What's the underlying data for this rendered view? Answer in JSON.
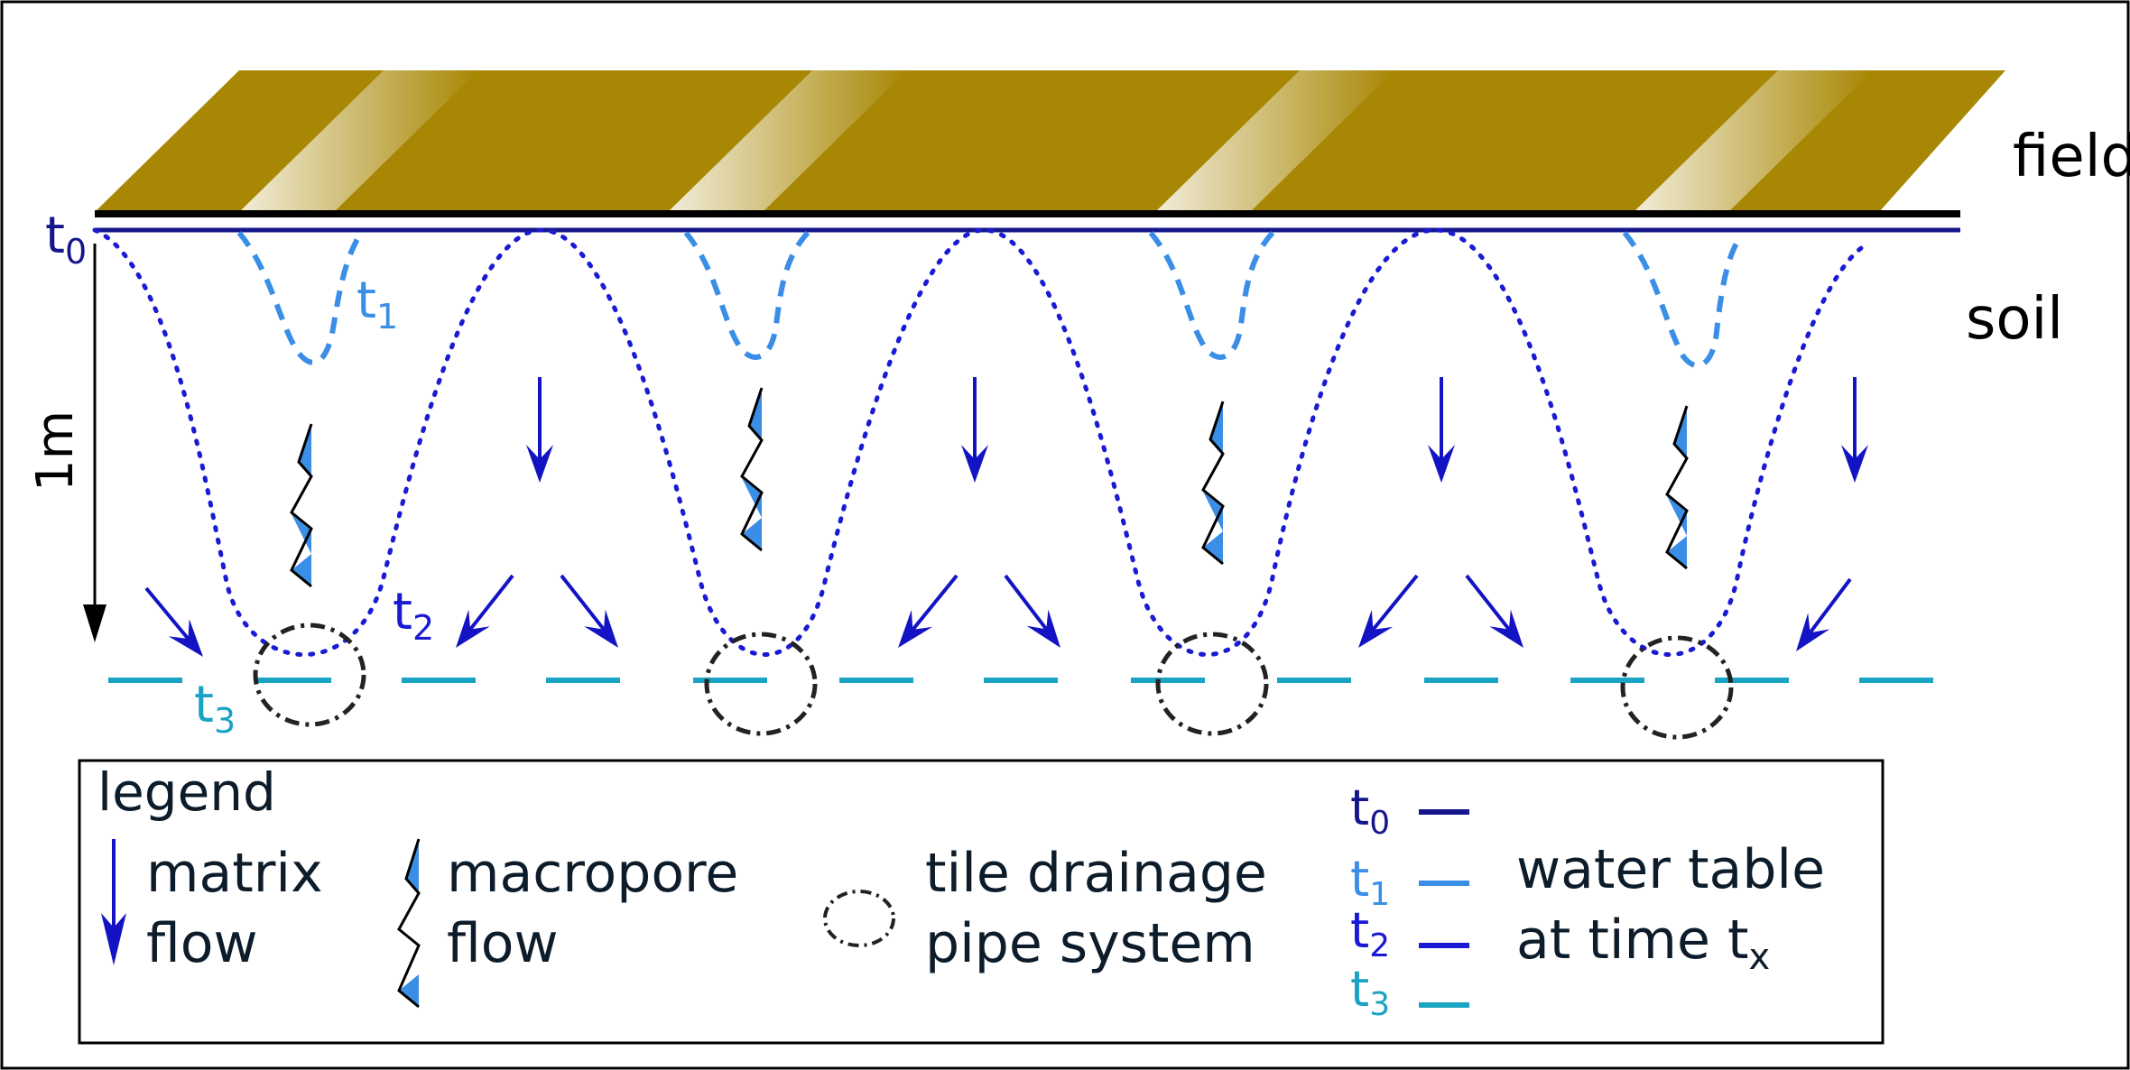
{
  "labels": {
    "field": "field",
    "soil": "soil",
    "depth": "1m",
    "t0": {
      "base": "t",
      "sub": "0"
    },
    "t1": {
      "base": "t",
      "sub": "1"
    },
    "t2": {
      "base": "t",
      "sub": "2"
    },
    "t3": {
      "base": "t",
      "sub": "3"
    }
  },
  "legend": {
    "title": "legend",
    "matrix": [
      "matrix",
      "flow"
    ],
    "macropore": [
      "macropore",
      "flow"
    ],
    "tile": [
      "tile drainage",
      "pipe system"
    ],
    "water_table": [
      "water table",
      "at time t"
    ],
    "water_table_sub": "x",
    "times": [
      {
        "base": "t",
        "sub": "0"
      },
      {
        "base": "t",
        "sub": "1"
      },
      {
        "base": "t",
        "sub": "2"
      },
      {
        "base": "t",
        "sub": "3"
      }
    ]
  },
  "colors": {
    "field_fill": "#a88704",
    "t0": "#16168c",
    "t1": "#3a8ee6",
    "t2": "#1a1ad4",
    "t3": "#1aa3c2",
    "matrix_arrow": "#1313c4",
    "macropore_fill": "#3a8ee6",
    "text": "#0d1c2a",
    "pipe": "#222222"
  }
}
